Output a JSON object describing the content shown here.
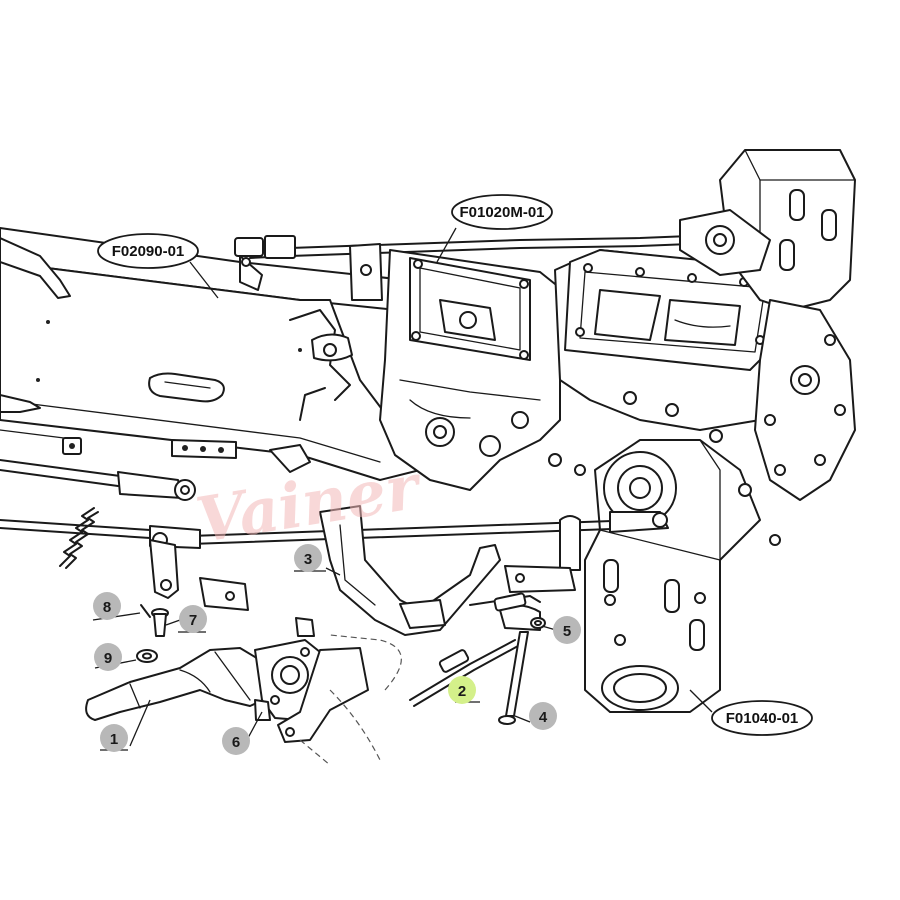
{
  "diagram": {
    "assembly_callouts": [
      {
        "id": "f02090",
        "label": "F02090-01"
      },
      {
        "id": "f01020m",
        "label": "F01020M-01"
      },
      {
        "id": "f01040",
        "label": "F01040-01"
      }
    ],
    "part_numbers": [
      {
        "id": "p1",
        "label": "1",
        "color": "#b8b8b8",
        "highlighted": false
      },
      {
        "id": "p2",
        "label": "2",
        "color": "#d4f08a",
        "highlighted": true
      },
      {
        "id": "p3",
        "label": "3",
        "color": "#b8b8b8",
        "highlighted": false
      },
      {
        "id": "p4",
        "label": "4",
        "color": "#b8b8b8",
        "highlighted": false
      },
      {
        "id": "p5",
        "label": "5",
        "color": "#b8b8b8",
        "highlighted": false
      },
      {
        "id": "p6",
        "label": "6",
        "color": "#b8b8b8",
        "highlighted": false
      },
      {
        "id": "p7",
        "label": "7",
        "color": "#b8b8b8",
        "highlighted": false
      },
      {
        "id": "p8",
        "label": "8",
        "color": "#b8b8b8",
        "highlighted": false
      },
      {
        "id": "p9",
        "label": "9",
        "color": "#b8b8b8",
        "highlighted": false
      }
    ],
    "watermark": "Vainer"
  }
}
